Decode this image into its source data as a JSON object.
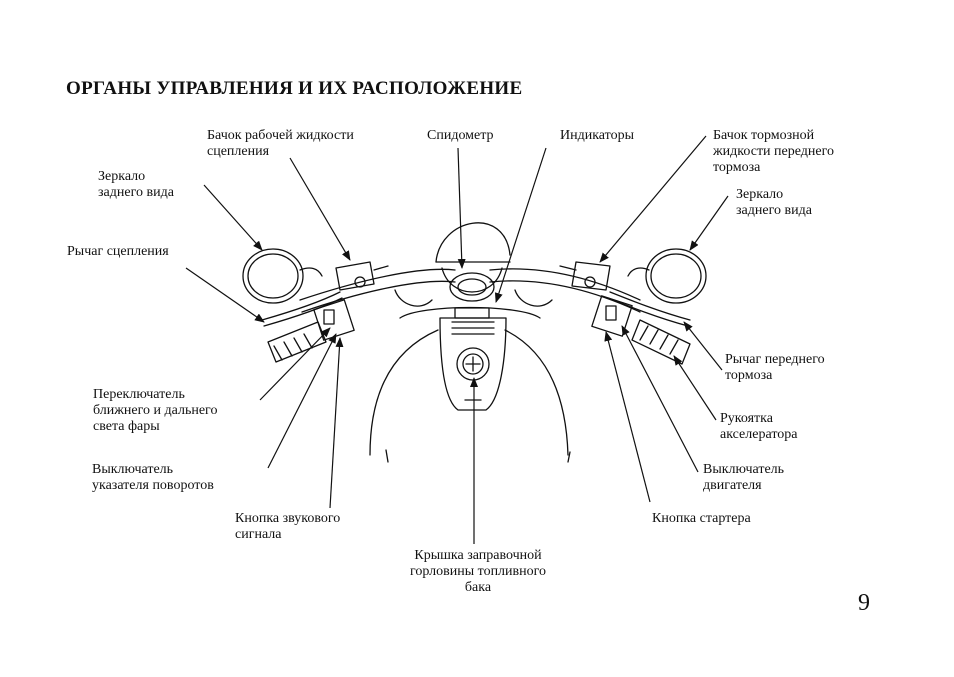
{
  "page": {
    "title": "ОРГАНЫ УПРАВЛЕНИЯ И ИХ РАСПОЛОЖЕНИЕ",
    "page_number": "9"
  },
  "labels": {
    "clutch_fluid": "Бачок рабочей жидкости\nсцепления",
    "speedometer": "Спидометр",
    "indicators": "Индикаторы",
    "brake_fluid": "Бачок тормозной\nжидкости переднего\nтормоза",
    "mirror_left": "Зеркало\nзаднего вида",
    "mirror_right": "Зеркало\nзаднего вида",
    "clutch_lever": "Рычаг сцепления",
    "front_brake_lever": "Рычаг переднего\nтормоза",
    "headlight_switch": "Переключатель\nближнего и дальнего\nсвета фары",
    "throttle_grip": "Рукоятка\nакселератора",
    "turn_signal_switch": "Выключатель\nуказателя поворотов",
    "engine_stop_switch": "Выключатель\nдвигателя",
    "horn_button": "Кнопка звукового\nсигнала",
    "starter_button": "Кнопка стартера",
    "fuel_cap": "Крышка заправочной\nгорловины топливного\nбака"
  }
}
